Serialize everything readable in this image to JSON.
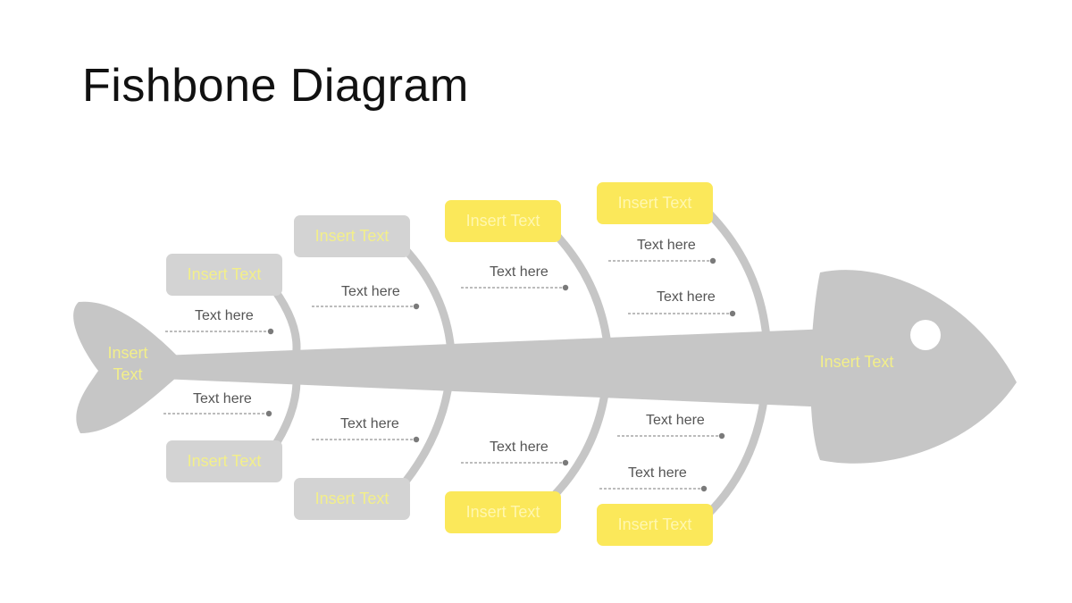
{
  "title": "Fishbone Diagram",
  "colors": {
    "fish": "#c6c6c6",
    "box_gray": "#d3d3d3",
    "box_yellow": "#fbe85a",
    "box_text": "#f3ef8a",
    "label_text": "#555555",
    "dash": "#7a7a7a"
  },
  "tail": {
    "line1": "Insert",
    "line2": "Text"
  },
  "head": {
    "label": "Insert Text"
  },
  "boxes": {
    "top_1": "Insert Text",
    "top_2": "Insert Text",
    "top_3": "Insert Text",
    "top_4": "Insert Text",
    "bottom_1": "Insert Text",
    "bottom_2": "Insert Text",
    "bottom_3": "Insert Text",
    "bottom_4": "Insert Text"
  },
  "labels": {
    "bone1_top": "Text here",
    "bone1_bottom": "Text here",
    "bone2_top": "Text here",
    "bone2_bottom": "Text here",
    "bone3_top": "Text here",
    "bone3_bottom": "Text here",
    "bone4_top_a": "Text here",
    "bone4_top_b": "Text here",
    "bone4_bottom_a": "Text here",
    "bone4_bottom_b": "Text here"
  }
}
